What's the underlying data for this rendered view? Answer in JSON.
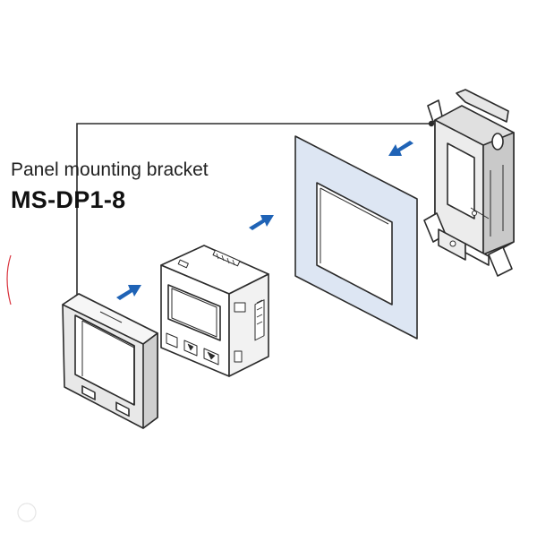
{
  "callout": {
    "title": "Panel mounting bracket",
    "model": "MS-DP1-8"
  },
  "colors": {
    "outline": "#2b2b2b",
    "part_fill": "#ffffff",
    "bezel_fill": "#e6e6e6",
    "panel_fill": "#dde6f3",
    "arrow": "#1f63b6",
    "margin_mark": "#d9323c"
  },
  "parts": [
    {
      "name": "bracket-bezel",
      "label": ""
    },
    {
      "name": "display-unit",
      "label": ""
    },
    {
      "name": "mounting-panel",
      "label": ""
    },
    {
      "name": "mounting-bracket",
      "label": ""
    }
  ]
}
